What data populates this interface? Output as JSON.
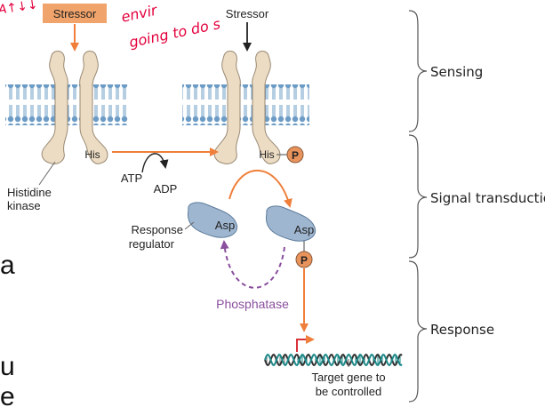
{
  "labels": {
    "stressor_left": "Stressor",
    "stressor_right": "Stressor",
    "his_left": "His",
    "his_right": "His",
    "p_his": "P",
    "histidine_kinase_line1": "Histidine",
    "histidine_kinase_line2": "kinase",
    "atp": "ATP",
    "adp": "ADP",
    "asp_left": "Asp",
    "asp_right": "Asp",
    "p_asp": "P",
    "response_regulator_line1": "Response",
    "response_regulator_line2": "regulator",
    "phosphatase": "Phosphatase",
    "target_gene_line1": "Target gene to",
    "target_gene_line2": "be controlled"
  },
  "stages": {
    "sensing": "Sensing",
    "signal_transduction": "Signal transduction",
    "response": "Response"
  },
  "handwriting": {
    "left_fragment": "A↑↓↓",
    "line1": "envir",
    "line2": "going to do s"
  },
  "edge_text": [
    "a",
    "u",
    "e"
  ],
  "colors": {
    "stressor_box": "#f0a36a",
    "orange_arrow": "#ef7f3a",
    "phosphatase_purple": "#8a4f9e",
    "protein_beige": "#eddcc4",
    "regulator_blue": "#9eb6d0",
    "phosphate_orange": "#e9935c",
    "membrane_blue": "#6c9cc6",
    "dna_teal": "#1f8a8a",
    "handwriting_red": "#e3003d"
  }
}
